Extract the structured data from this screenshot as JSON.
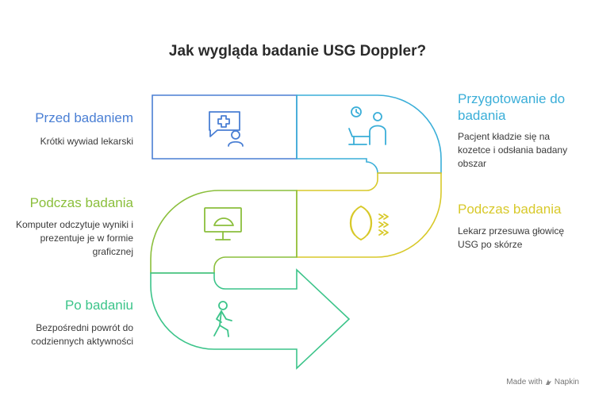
{
  "title": "Jak wygląda badanie USG Doppler?",
  "steps": [
    {
      "heading": "Przed badaniem",
      "desc": "Krótki wywiad lekarski",
      "color": "#4a7fd4",
      "icon": "medical-consultation-icon"
    },
    {
      "heading": "Przygotowanie do badania",
      "desc": "Pacjent kładzie się na kozetce i odsłania badany obszar",
      "color": "#3aaed8",
      "icon": "patient-waiting-icon"
    },
    {
      "heading": "Podczas badania",
      "desc": "Lekarz przesuwa głowicę USG po skórze",
      "color": "#d8c92a",
      "icon": "ultrasound-probe-icon"
    },
    {
      "heading": "Podczas badania",
      "desc": "Komputer odczytuje wyniki i prezentuje je w formie graficznej",
      "color": "#8bbf3c",
      "icon": "monitor-ultrasound-icon"
    },
    {
      "heading": "Po badaniu",
      "desc": "Bezpośredni powrót do codziennych aktywności",
      "color": "#3cc48a",
      "icon": "walking-person-icon"
    }
  ],
  "footer": {
    "made_with": "Made with",
    "brand": "Napkin"
  }
}
